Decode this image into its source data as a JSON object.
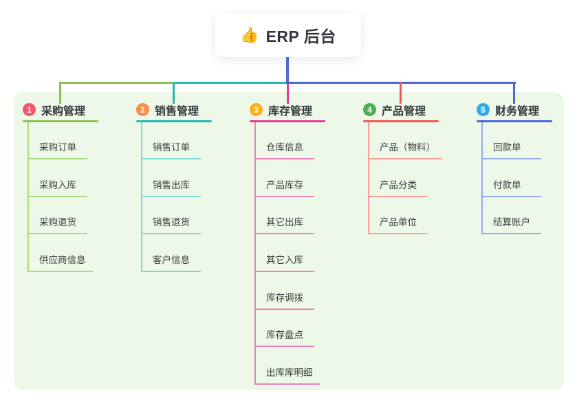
{
  "root": {
    "emoji": "👍",
    "label": "ERP 后台"
  },
  "colors": {
    "canvas_bg": "#ffffff",
    "panel_bg": "#edf8e8",
    "center_line": "#5468d8"
  },
  "branches": [
    {
      "num": "1",
      "label": "采购管理",
      "badge_color": "#f5566d",
      "color": "#8cc152",
      "color_light": "#abd882",
      "items": [
        "采购订单",
        "采购入库",
        "采购退货",
        "供应商信息"
      ]
    },
    {
      "num": "2",
      "label": "销售管理",
      "badge_color": "#fb8b47",
      "color": "#22b8af",
      "color_light": "#82d7d0",
      "items": [
        "销售订单",
        "销售出库",
        "销售退货",
        "客户信息"
      ]
    },
    {
      "num": "3",
      "label": "库存管理",
      "badge_color": "#fcaf18",
      "color": "#e23d97",
      "color_light": "#f07fba",
      "items": [
        "仓库信息",
        "产品库存",
        "其它出库",
        "其它入库",
        "库存调拨",
        "库存盘点",
        "出库库明细"
      ]
    },
    {
      "num": "4",
      "label": "产品管理",
      "badge_color": "#4daf51",
      "color": "#f4554e",
      "color_light": "#f79e98",
      "items": [
        "产品（物料）",
        "产品分类",
        "产品单位"
      ]
    },
    {
      "num": "5",
      "label": "财务管理",
      "badge_color": "#2face8",
      "color": "#4768d6",
      "color_light": "#97abe8",
      "items": [
        "回款单",
        "付款单",
        "结算账户"
      ]
    }
  ]
}
